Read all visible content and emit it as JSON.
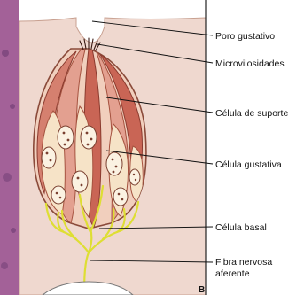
{
  "diagram": {
    "labels": {
      "poro_gustativo": "Poro gustativo",
      "microvilosidades": "Microvilosidades",
      "celula_suporte": "Célula de suporte",
      "celula_gustativa": "Célula gustativa",
      "celula_basal": "Célula basal",
      "fibra_line1": "Fibra nervosa",
      "fibra_line2": "aferente"
    },
    "corner_letter": "B"
  },
  "colors": {
    "stain_background": "#b06aa0",
    "epithelium": "#efd8cf",
    "bud_outline": "#8a4a3a",
    "support_cell": "#e3a090",
    "support_cell_dark": "#c96555",
    "taste_cell": "#f6e3c7",
    "nucleus": "#fbf2e2",
    "nerve_fiber": "#dede33",
    "leader_line": "#111111"
  }
}
